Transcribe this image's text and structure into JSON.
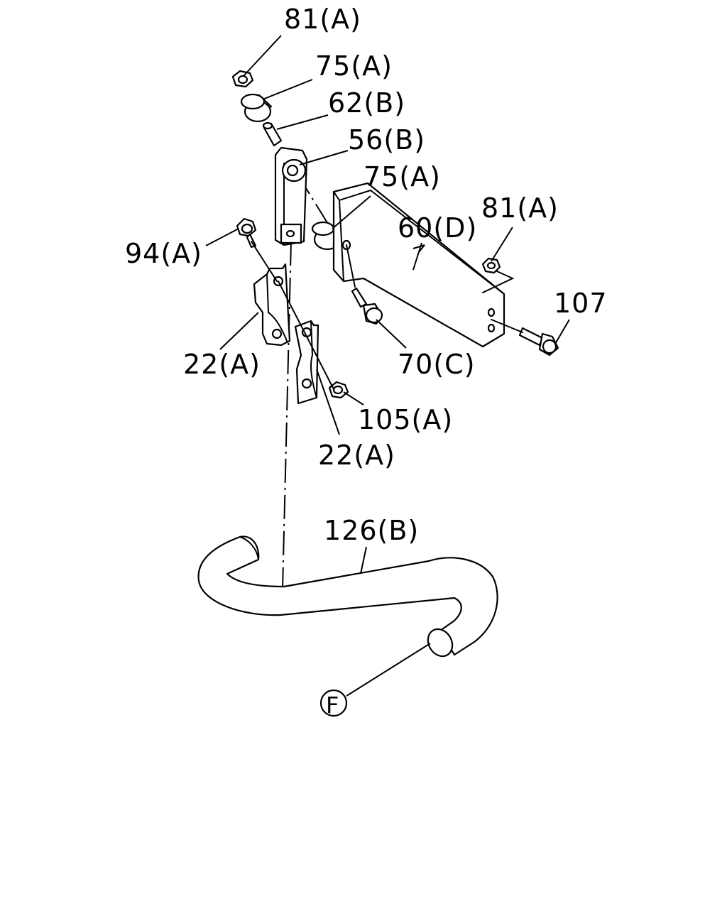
{
  "diagram": {
    "callouts": {
      "c81a_top": "81(A)",
      "c75a_top": "75(A)",
      "c62b": "62(B)",
      "c56b": "56(B)",
      "c75a_mid": "75(A)",
      "c81a_right": "81(A)",
      "c60d": "60(D)",
      "c94a": "94(A)",
      "c107": "107",
      "c22a_left": "22(A)",
      "c70c": "70(C)",
      "c105a": "105(A)",
      "c22a_bottom": "22(A)",
      "c126b": "126(B)",
      "cF": "F"
    }
  }
}
